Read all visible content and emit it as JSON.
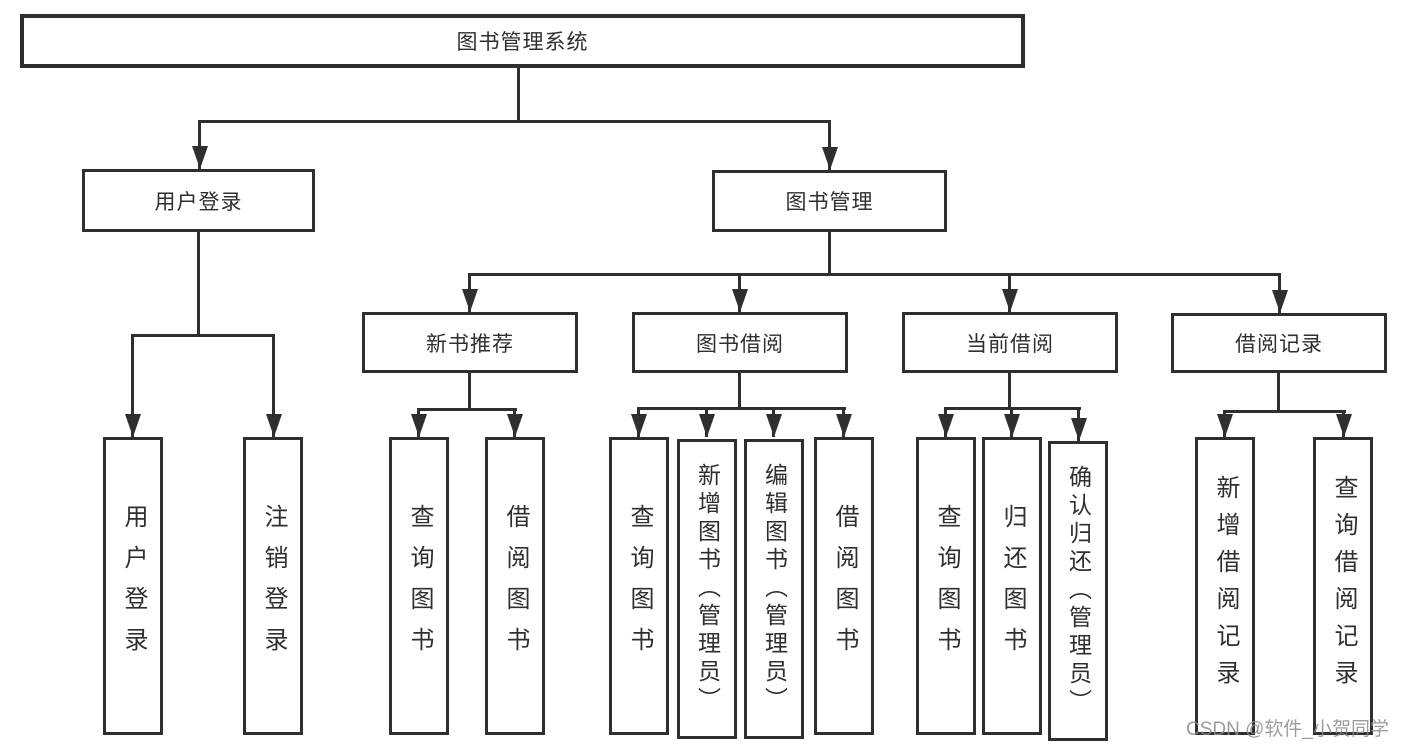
{
  "tree": {
    "root": "图书管理系统",
    "branches": [
      {
        "label": "用户登录",
        "children": [
          "用户登录",
          "注销登录"
        ]
      },
      {
        "label": "图书管理",
        "children": [
          {
            "label": "新书推荐",
            "children": [
              "查询图书",
              "借阅图书"
            ]
          },
          {
            "label": "图书借阅",
            "children": [
              "查询图书",
              "新增图书（管理员）",
              "编辑图书（管理员）",
              "借阅图书"
            ]
          },
          {
            "label": "当前借阅",
            "children": [
              "查询图书",
              "归还图书",
              "确认归还（管理员）"
            ]
          },
          {
            "label": "借阅记录",
            "children": [
              "新增借阅记录",
              "查询借阅记录"
            ]
          }
        ]
      }
    ]
  },
  "watermark": "CSDN @软件_小贺同学",
  "colors": {
    "line": "#2f2f2f",
    "box_border": "#2f2f2f",
    "text": "#2f2f2f",
    "background": "#ffffff",
    "watermark": "#8c8c8c"
  }
}
